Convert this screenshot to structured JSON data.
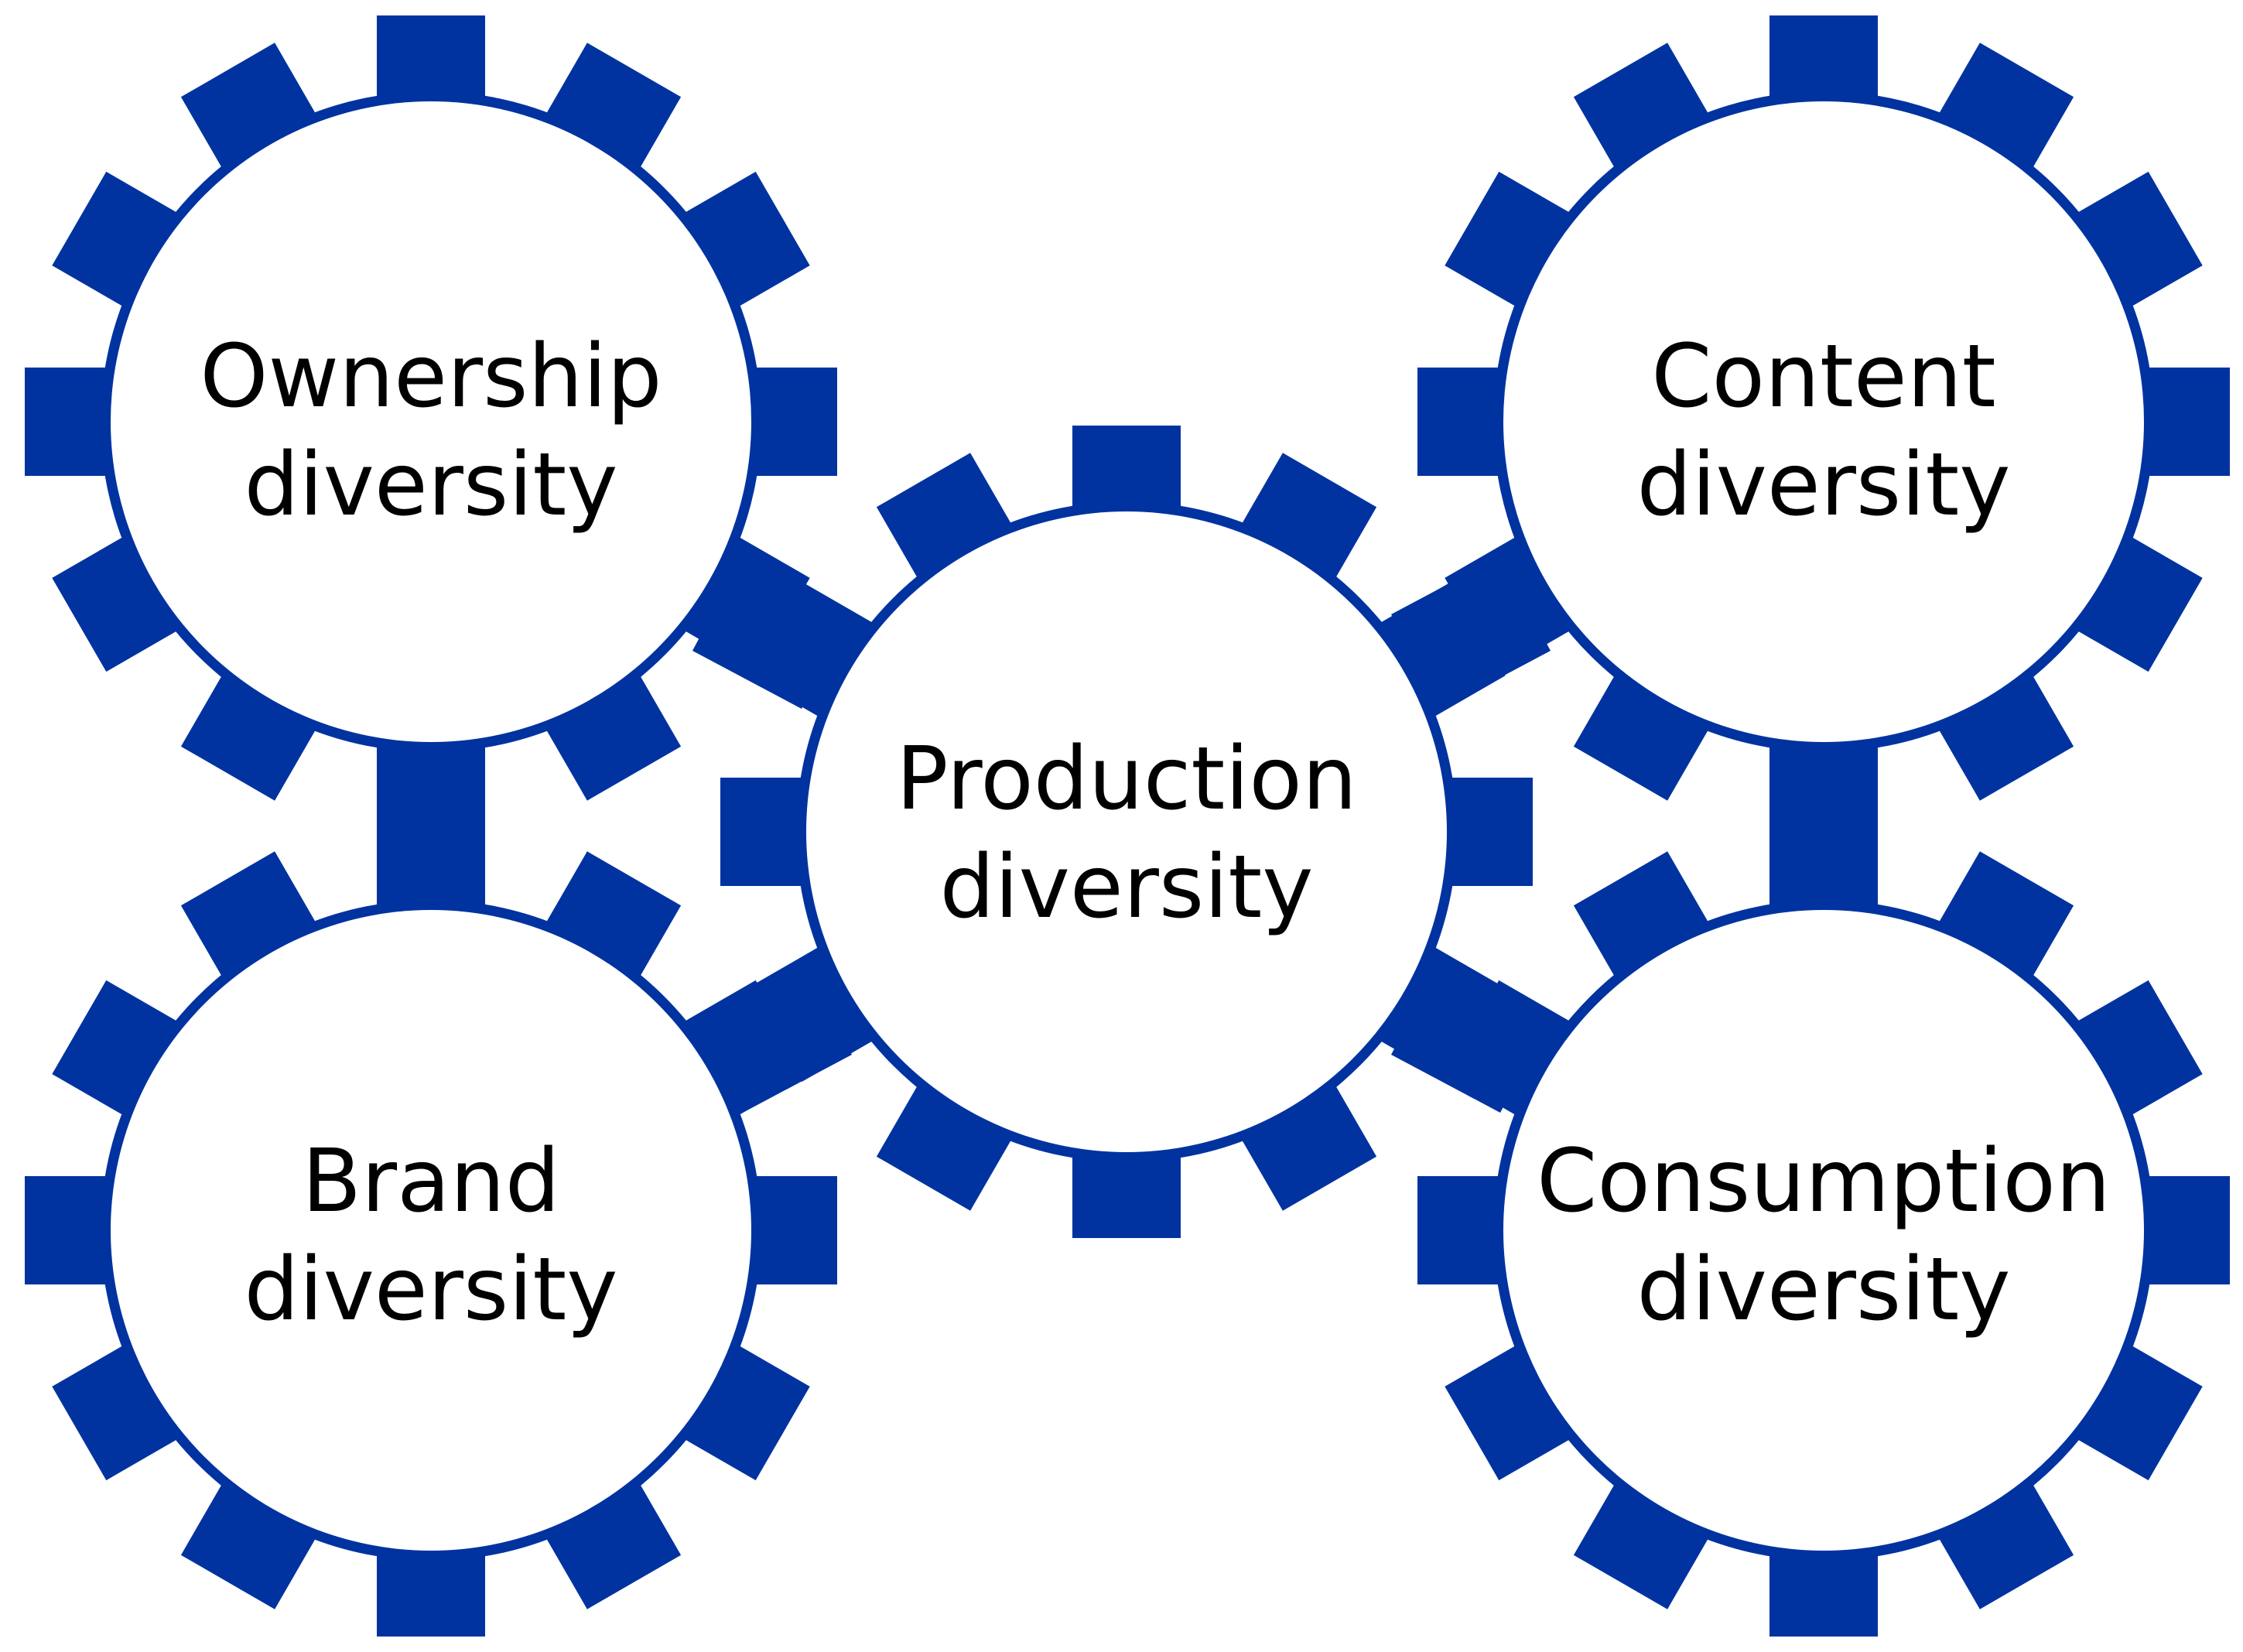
{
  "colors": {
    "gear": "#0033a0",
    "fill": "#ffffff",
    "text": "#000000"
  },
  "gears": [
    {
      "id": "ownership",
      "line1": "Ownership",
      "line2": "diversity"
    },
    {
      "id": "content",
      "line1": "Content",
      "line2": "diversity"
    },
    {
      "id": "production",
      "line1": "Production",
      "line2": "diversity"
    },
    {
      "id": "brand",
      "line1": "Brand",
      "line2": "diversity"
    },
    {
      "id": "consumption",
      "line1": "Consumption",
      "line2": "diversity"
    }
  ]
}
